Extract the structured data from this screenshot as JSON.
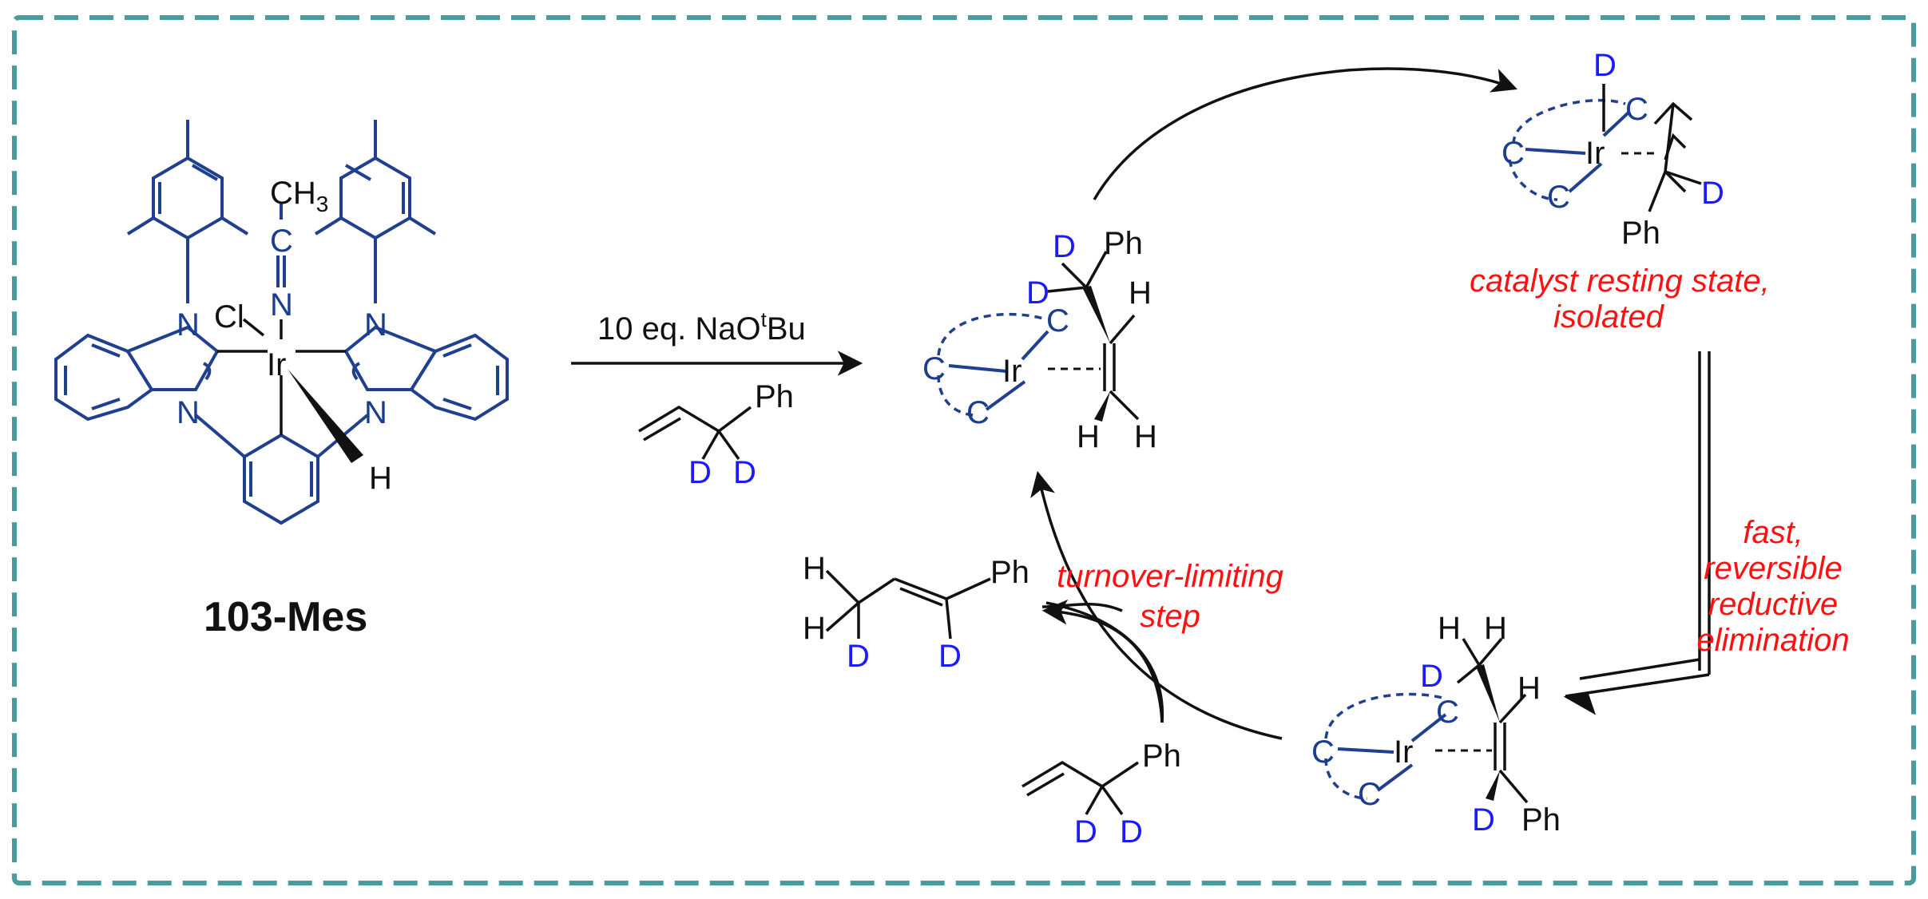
{
  "colors": {
    "frame": "#4a9b9b",
    "ligand": "#1f3f8f",
    "deuterium": "#1a1aff",
    "annotation": "#ff1111",
    "ink": "#111111"
  },
  "catalyst": {
    "name": "103-Mes",
    "metal": "Ir",
    "chloride": "Cl",
    "nitrile_N": "N",
    "nitrile_C": "C",
    "methyl": "CH3",
    "hydride": "H",
    "imidazole_N": "N"
  },
  "reaction_arrow": {
    "reagent_prefix": "10 eq. NaO",
    "reagent_sup": "t",
    "reagent_suffix": "Bu",
    "substrate_ph": "Ph",
    "substrate_d": "D"
  },
  "cycle": {
    "top_species": {
      "metal": "Ir",
      "c": "C",
      "d": "D",
      "h": "H",
      "ph": "Ph"
    },
    "resting_species": {
      "metal": "Ir",
      "c": "C",
      "d": "D",
      "ph": "Ph"
    },
    "bottom_species": {
      "metal": "Ir",
      "c": "C",
      "d": "D",
      "h": "H",
      "ph": "Ph"
    },
    "product": {
      "h": "H",
      "d": "D",
      "ph": "Ph"
    },
    "incoming_substrate": {
      "d": "D",
      "ph": "Ph"
    }
  },
  "annotations": {
    "resting_line1": "catalyst resting state,",
    "resting_line2": "isolated",
    "fast_line1": "fast,",
    "fast_line2": "reversible",
    "fast_line3": "reductive",
    "fast_line4": "elimination",
    "turnover_line1": "turnover-limiting",
    "turnover_line2": "step"
  }
}
